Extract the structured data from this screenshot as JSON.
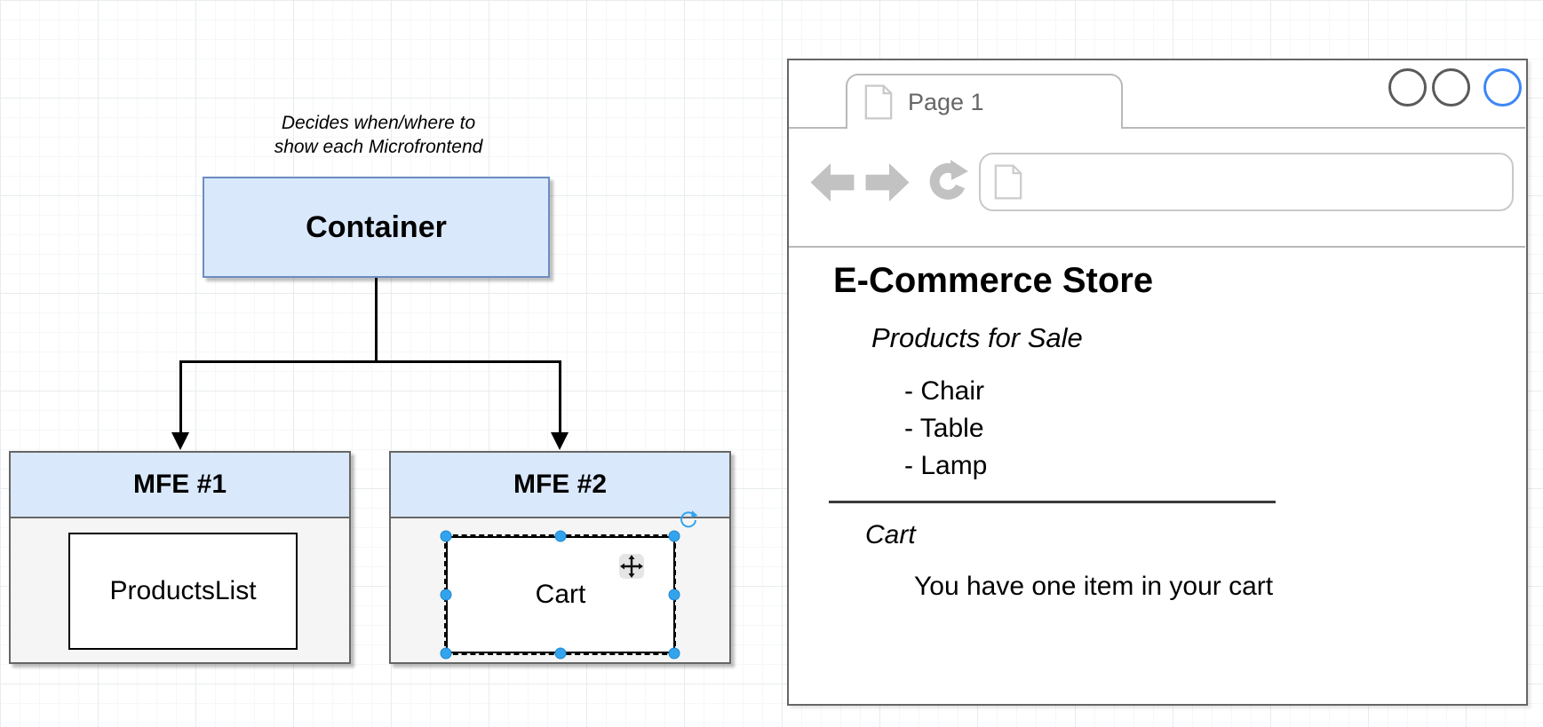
{
  "colors": {
    "node_fill": "#dae8fc",
    "node_border": "#6c8ebf",
    "mfe_border": "#666666",
    "mfe_body_fill": "#f5f5f5",
    "edge_color": "#000000",
    "selection_handle": "#33a3ee",
    "chrome_line_gray": "#b9b9b9",
    "chrome_icon_gray": "#c2c2c2",
    "tab_text_gray": "#666666",
    "active_circle_blue": "#3d87f5"
  },
  "diagram": {
    "annotation": "Decides when/where to\nshow each Microfrontend",
    "container": {
      "label": "Container"
    },
    "mfe1": {
      "title": "MFE #1",
      "component": "ProductsList"
    },
    "mfe2": {
      "title": "MFE #2",
      "component": "Cart"
    }
  },
  "browser": {
    "tab": {
      "label": "Page 1"
    },
    "content": {
      "title": "E-Commerce Store",
      "section1_heading": "Products for Sale",
      "products": [
        "- Chair",
        "- Table",
        "- Lamp"
      ],
      "section2_heading": "Cart",
      "cart_message": "You have one item in your cart"
    }
  }
}
